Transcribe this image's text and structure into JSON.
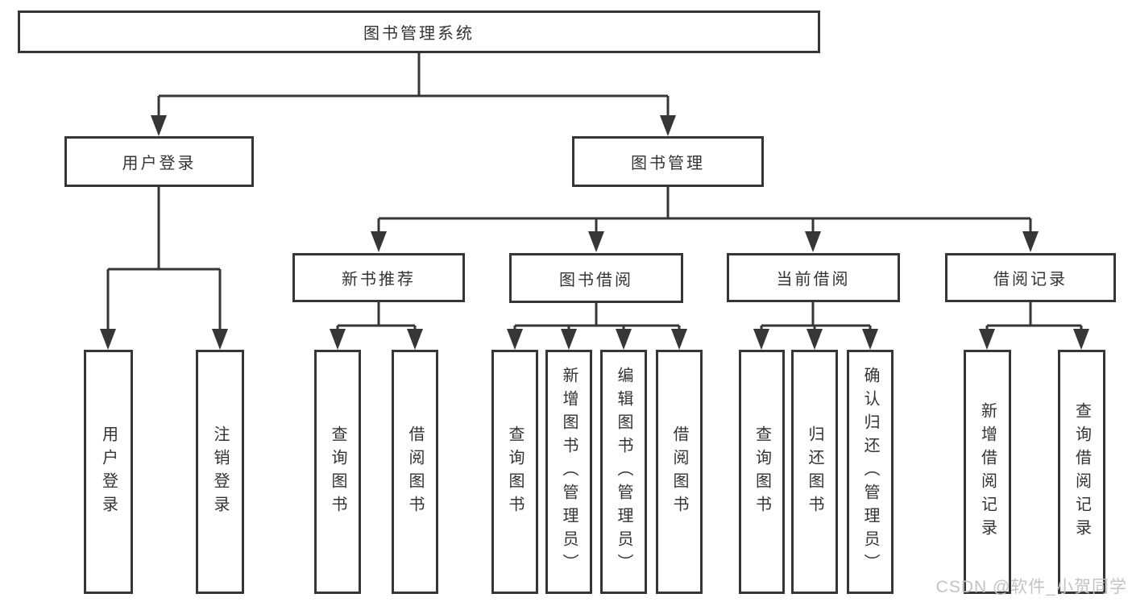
{
  "diagram": {
    "root_label": "图书管理系统",
    "branches": {
      "user": {
        "label": "用户登录",
        "leaves": [
          {
            "label": "用户登录"
          },
          {
            "label": "注销登录"
          }
        ]
      },
      "book": {
        "label": "图书管理",
        "groups": [
          {
            "label": "新书推荐",
            "leaves": [
              {
                "label": "查询图书"
              },
              {
                "label": "借阅图书"
              }
            ]
          },
          {
            "label": "图书借阅",
            "leaves": [
              {
                "label": "查询图书"
              },
              {
                "label": "新增图书（管理员）"
              },
              {
                "label": "编辑图书（管理员）"
              },
              {
                "label": "借阅图书"
              }
            ]
          },
          {
            "label": "当前借阅",
            "leaves": [
              {
                "label": "查询图书"
              },
              {
                "label": "归还图书"
              },
              {
                "label": "确认归还（管理员）"
              }
            ]
          },
          {
            "label": "借阅记录",
            "leaves": [
              {
                "label": "新增借阅记录"
              },
              {
                "label": "查询借阅记录"
              }
            ]
          }
        ]
      }
    }
  },
  "watermark": {
    "text": "CSDN @软件_小贺同学",
    "color": "#c3c3c3"
  },
  "colors": {
    "line": "#363636",
    "box_border": "#363636",
    "text": "#333333",
    "background": "#ffffff"
  }
}
